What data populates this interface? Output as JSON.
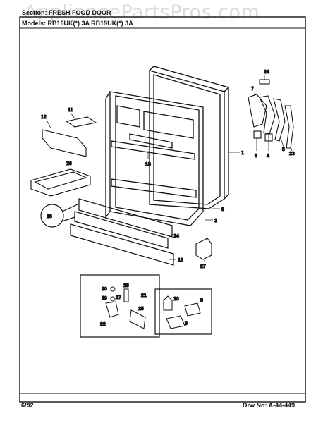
{
  "header": {
    "section_line": "Section: FRESH FOOD DOOR",
    "models_line": "Models: RB19UK(*) 3A  RB19UK(*) 3A"
  },
  "watermark": "AppliancePartsPros.com",
  "footer": {
    "date": "6/92",
    "drawing_number": "Drw No: A-44-449"
  },
  "callouts": {
    "c1": "1",
    "c2": "2",
    "c3": "3",
    "c4": "4",
    "c5": "5",
    "c6": "6",
    "c7": "7",
    "c8": "8",
    "c9": "9",
    "c10": "10",
    "c11": "11",
    "c12": "12",
    "c13": "13",
    "c14": "14",
    "c15": "15",
    "c16": "16",
    "c17": "17",
    "c18": "18",
    "c19": "19",
    "c20": "20",
    "c21": "21",
    "c22": "22",
    "c23": "23",
    "c24": "24",
    "c25": "25",
    "c26": "26",
    "c27": "27"
  }
}
